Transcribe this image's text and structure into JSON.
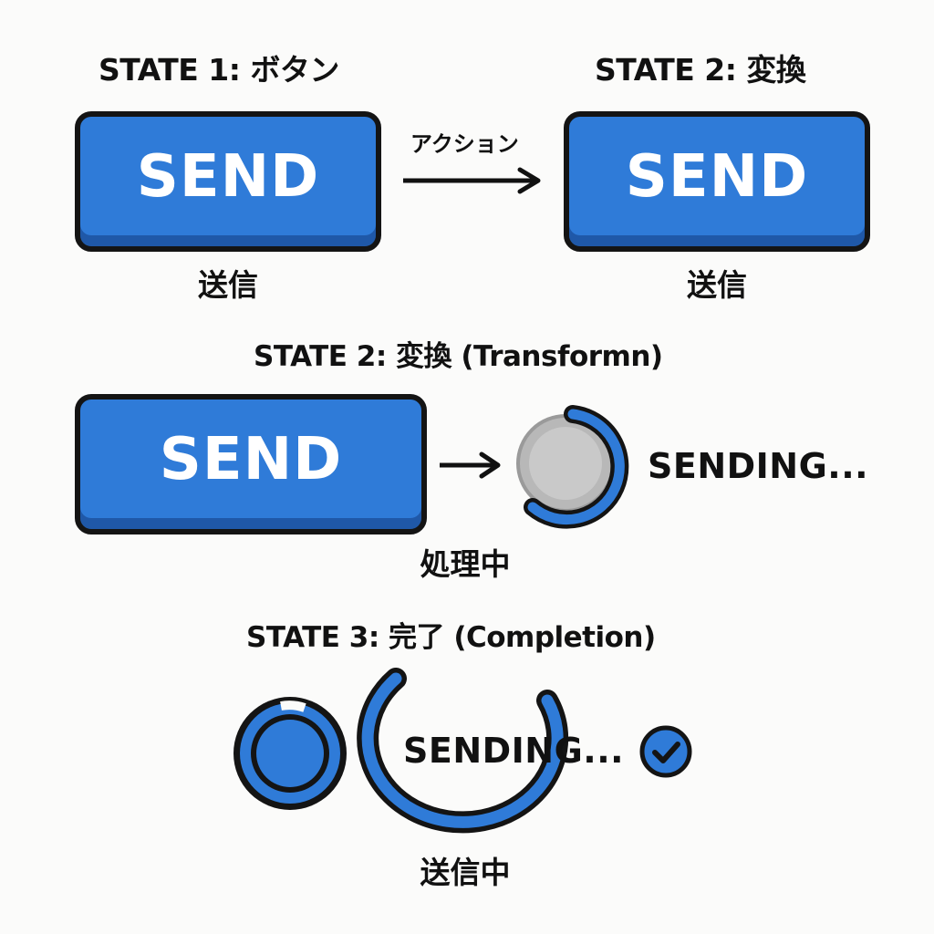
{
  "state1": {
    "heading": "STATE 1: ボタン",
    "button_label": "SEND",
    "caption": "送信"
  },
  "arrow": {
    "label": "アクション"
  },
  "state2_top": {
    "heading": "STATE 2: 変換",
    "button_label": "SEND",
    "caption": "送信"
  },
  "state2_detail": {
    "heading": "STATE 2: 変換 (Transformn)",
    "button_label": "SEND",
    "caption": "処理中",
    "spinner_text": "SENDING..."
  },
  "state3": {
    "heading": "STATE 3: 完了 (Completion)",
    "spinner_text": "SENDING...",
    "caption": "送信中",
    "status_icon": "check-circle-icon"
  },
  "colors": {
    "accent": "#2f7bd8",
    "accent_dark": "#1f58a8",
    "outline": "#141414",
    "spinner_gray": "#bdbdbd"
  }
}
